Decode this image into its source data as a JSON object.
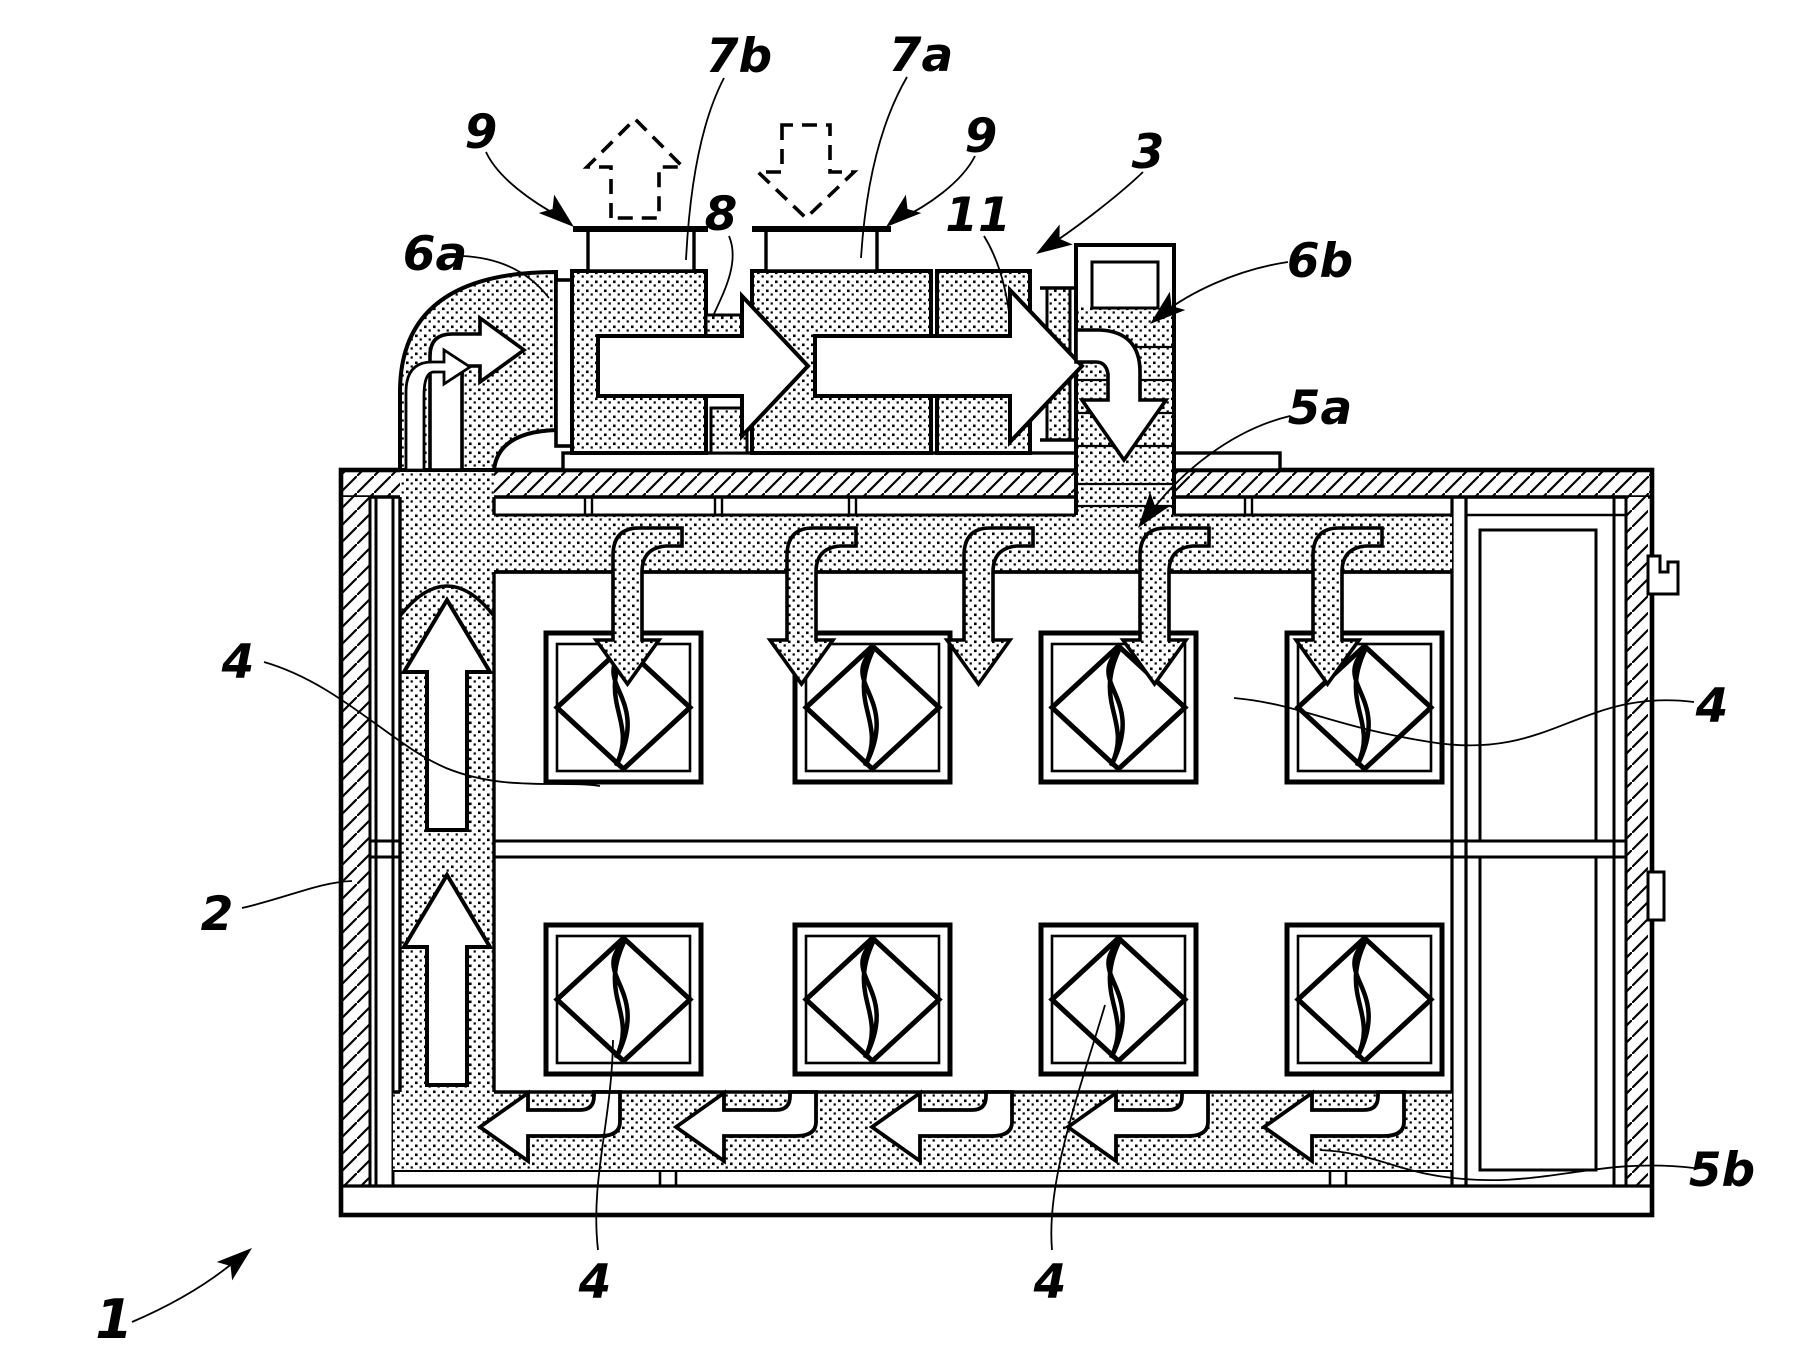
{
  "figure": {
    "type": "patent-technical-diagram",
    "description": "Sectional diagram of a container (1) with wall (2), heat-exchanger unit (3) on the roof, fan units (4), top supply plenum (5a), bottom return plenum (5b), riser duct (6a), down duct (6b), exchanger sections (7a, 7b), connector (8), vents (9) and section (11)",
    "ink_color": "#000000",
    "background_color": "#ffffff"
  },
  "labels": {
    "l1": {
      "text": "1"
    },
    "l2": {
      "text": "2"
    },
    "l3": {
      "text": "3"
    },
    "l4_left": {
      "text": "4"
    },
    "l4_right": {
      "text": "4"
    },
    "l4_bottom_left": {
      "text": "4"
    },
    "l4_bottom_right": {
      "text": "4"
    },
    "l5a": {
      "text": "5a"
    },
    "l5b": {
      "text": "5b"
    },
    "l6a": {
      "text": "6a"
    },
    "l6b": {
      "text": "6b"
    },
    "l7a": {
      "text": "7a"
    },
    "l7b": {
      "text": "7b"
    },
    "l8": {
      "text": "8"
    },
    "l9_left": {
      "text": "9"
    },
    "l9_right": {
      "text": "9"
    },
    "l11": {
      "text": "11"
    }
  }
}
